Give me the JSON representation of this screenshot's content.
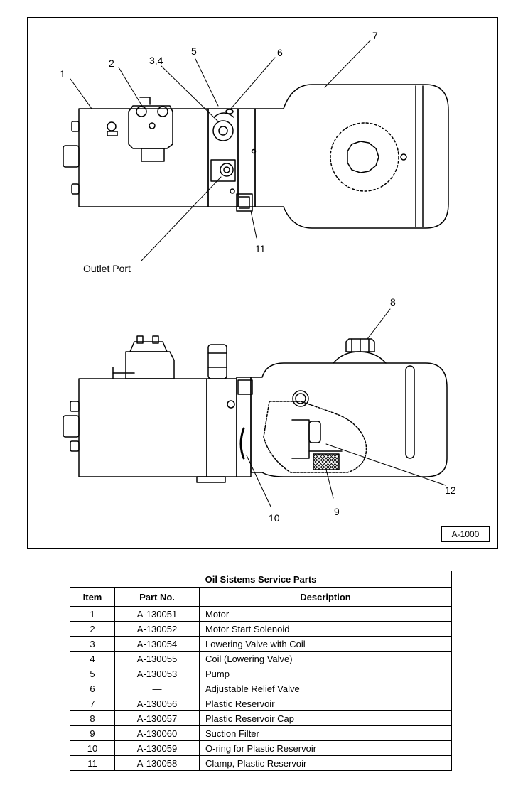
{
  "diagram": {
    "callouts": {
      "c1": "1",
      "c2": "2",
      "c34": "3,4",
      "c5": "5",
      "c6": "6",
      "c7": "7",
      "c11": "11",
      "outlet": "Outlet Port",
      "c8": "8",
      "c12": "12",
      "c9": "9",
      "c10": "10"
    },
    "figure_id": "A-1000"
  },
  "table": {
    "caption": "Oil Sistems Service Parts",
    "headers": {
      "item": "Item",
      "part": "Part No.",
      "desc": "Description"
    },
    "rows": [
      {
        "item": "1",
        "part": "A-130051",
        "desc": "Motor"
      },
      {
        "item": "2",
        "part": "A-130052",
        "desc": "Motor Start Solenoid"
      },
      {
        "item": "3",
        "part": "A-130054",
        "desc": "Lowering Valve with Coil"
      },
      {
        "item": "4",
        "part": "A-130055",
        "desc": "Coil (Lowering Valve)"
      },
      {
        "item": "5",
        "part": "A-130053",
        "desc": "Pump"
      },
      {
        "item": "6",
        "part": "—",
        "desc": "Adjustable Relief Valve"
      },
      {
        "item": "7",
        "part": "A-130056",
        "desc": "Plastic Reservoir"
      },
      {
        "item": "8",
        "part": "A-130057",
        "desc": "Plastic Reservoir Cap"
      },
      {
        "item": "9",
        "part": "A-130060",
        "desc": "Suction Filter"
      },
      {
        "item": "10",
        "part": "A-130059",
        "desc": "O-ring for Plastic Reservoir"
      },
      {
        "item": "11",
        "part": "A-130058",
        "desc": "Clamp, Plastic Reservoir"
      }
    ]
  }
}
